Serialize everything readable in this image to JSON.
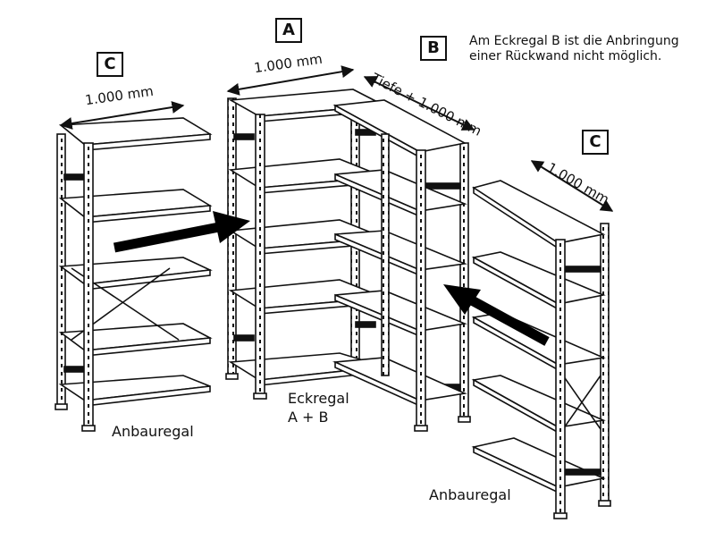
{
  "labels": {
    "box_a": "A",
    "box_b": "B",
    "box_c_left": "C",
    "box_c_right": "C",
    "dim_left": "1.000 mm",
    "dim_center": "1.000 mm",
    "dim_depth": "Tiefe + 1.000 mm",
    "dim_right": "1.000 mm",
    "note_line1": "Am Eckregal B ist die Anbringung",
    "note_line2": "einer Rückwand nicht möglich.",
    "caption_left": "Anbauregal",
    "caption_center_1": "Eckregal",
    "caption_center_2": "A + B",
    "caption_right": "Anbauregal"
  },
  "colors": {
    "line": "#111111",
    "background": "#ffffff",
    "arrow": "#000000"
  },
  "icons": [
    "shelving-unit-left",
    "corner-shelving-unit",
    "shelving-unit-right",
    "arrow-right",
    "arrow-left"
  ]
}
